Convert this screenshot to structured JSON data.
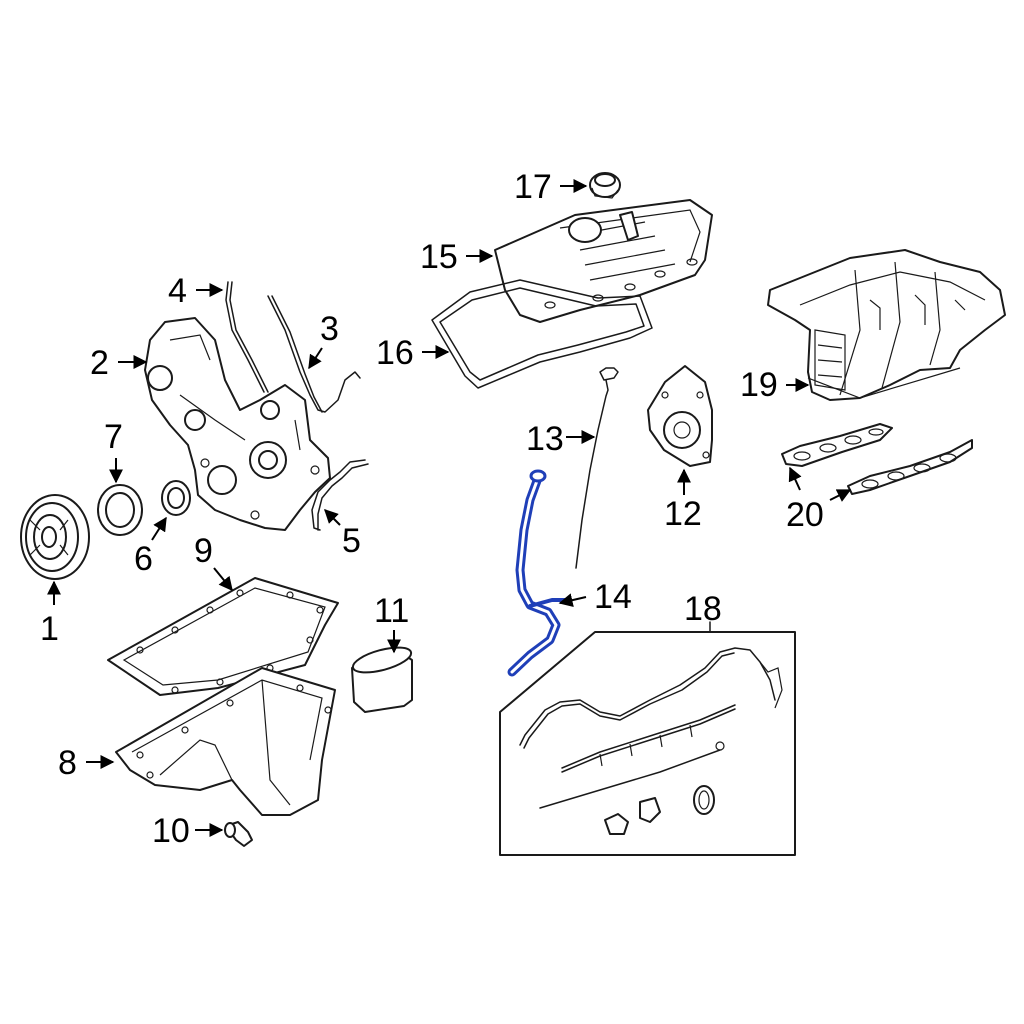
{
  "colors": {
    "highlight": "#1f3fb8",
    "line": "#1a1a1a",
    "background": "#ffffff"
  },
  "callouts": [
    {
      "id": "1",
      "text": "1"
    },
    {
      "id": "2",
      "text": "2"
    },
    {
      "id": "3",
      "text": "3"
    },
    {
      "id": "4",
      "text": "4"
    },
    {
      "id": "5",
      "text": "5"
    },
    {
      "id": "6",
      "text": "6"
    },
    {
      "id": "7",
      "text": "7"
    },
    {
      "id": "8",
      "text": "8"
    },
    {
      "id": "9",
      "text": "9"
    },
    {
      "id": "10",
      "text": "10"
    },
    {
      "id": "11",
      "text": "11"
    },
    {
      "id": "12",
      "text": "12"
    },
    {
      "id": "13",
      "text": "13"
    },
    {
      "id": "14",
      "text": "14"
    },
    {
      "id": "15",
      "text": "15"
    },
    {
      "id": "16",
      "text": "16"
    },
    {
      "id": "17",
      "text": "17"
    },
    {
      "id": "18",
      "text": "18"
    },
    {
      "id": "19",
      "text": "19"
    },
    {
      "id": "20",
      "text": "20"
    }
  ],
  "highlighted_part": "14"
}
